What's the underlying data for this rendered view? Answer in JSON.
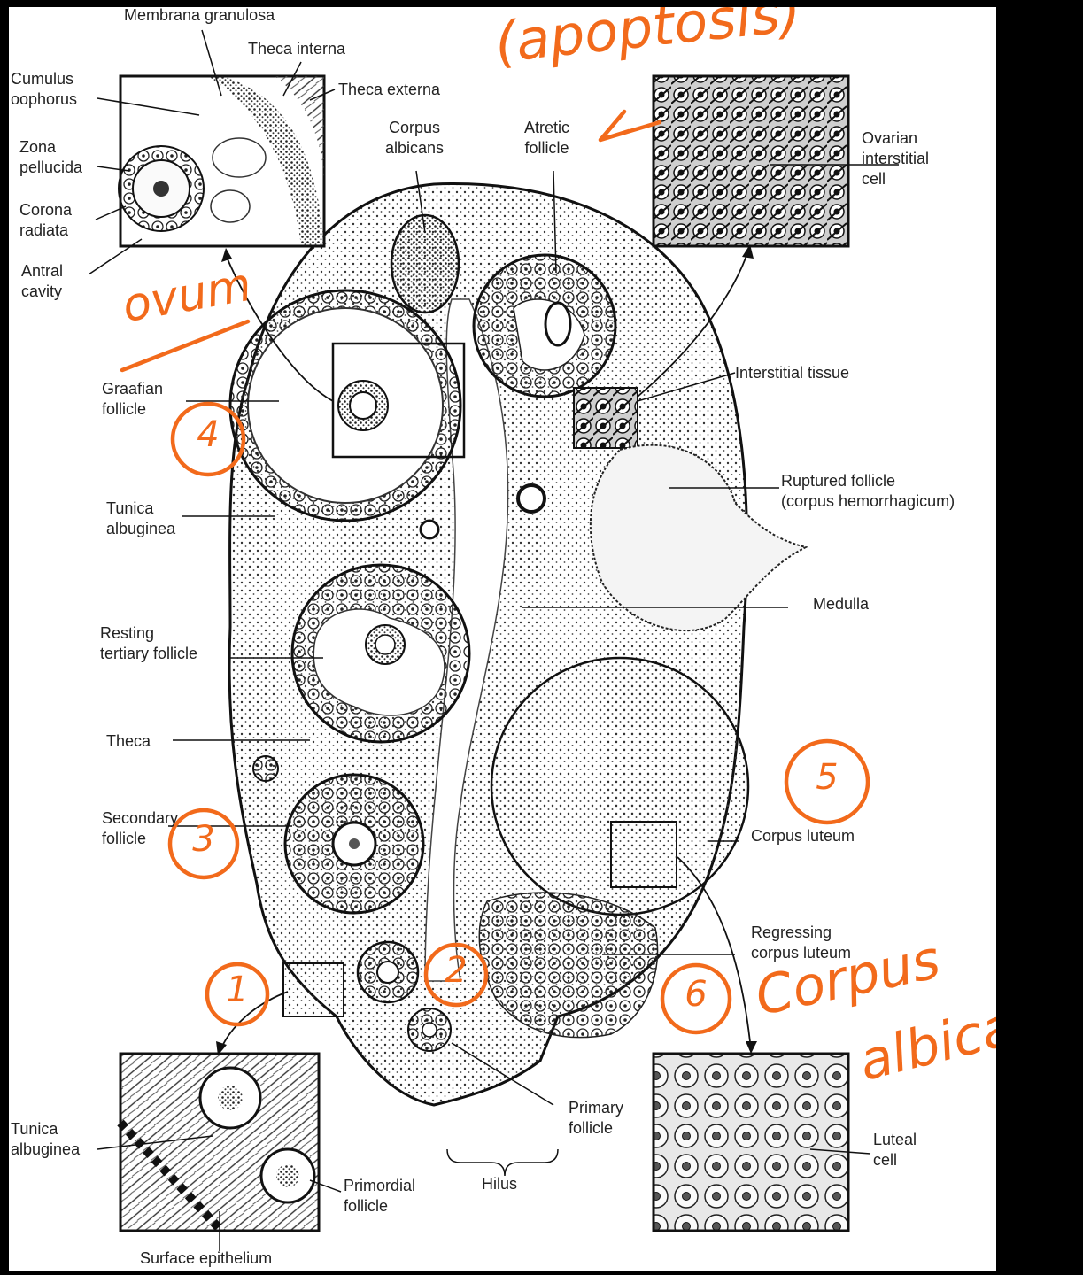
{
  "labels": {
    "membrana_granulosa": "Membrana granulosa",
    "theca_interna": "Theca interna",
    "theca_externa": "Theca externa",
    "cumulus_oophorus": "Cumulus\noophorus",
    "zona_pellucida": "Zona\npellucida",
    "corona_radiata": "Corona\nradiata",
    "antral_cavity": "Antral\ncavity",
    "corpus_albicans": "Corpus\nalbicans",
    "atretic_follicle": "Atretic\nfollicle",
    "ovarian_interstitial_cell": "Ovarian\ninterstitial\ncell",
    "interstitial_tissue": "Interstitial tissue",
    "graafian_follicle": "Graafian\nfollicle",
    "ruptured_follicle": "Ruptured follicle\n(corpus hemorrhagicum)",
    "tunica_albuginea_top": "Tunica\nalbuginea",
    "medulla": "Medulla",
    "resting_tertiary_follicle": "Resting\ntertiary follicle",
    "theca": "Theca",
    "secondary_follicle": "Secondary\nfollicle",
    "corpus_luteum": "Corpus luteum",
    "regressing_corpus_luteum": "Regressing\ncorpus luteum",
    "primary_follicle": "Primary\nfollicle",
    "hilus": "Hilus",
    "tunica_albuginea_bottom": "Tunica\nalbuginea",
    "primordial_follicle": "Primordial\nfollicle",
    "surface_epithelium": "Surface epithelium",
    "luteal_cell": "Luteal\ncell"
  },
  "annotations": {
    "apoptosis": "(apoptosis)",
    "ovum": "ovum",
    "corpus_albicans_note_1": "Corpus",
    "corpus_albicans_note_2": "albicans",
    "numbers": [
      "1",
      "2",
      "3",
      "4",
      "5",
      "6"
    ]
  },
  "colors": {
    "annotation": "#f26a1b",
    "ink": "#1a1a1a",
    "background_outer": "#000000",
    "sheet": "#ffffff"
  }
}
